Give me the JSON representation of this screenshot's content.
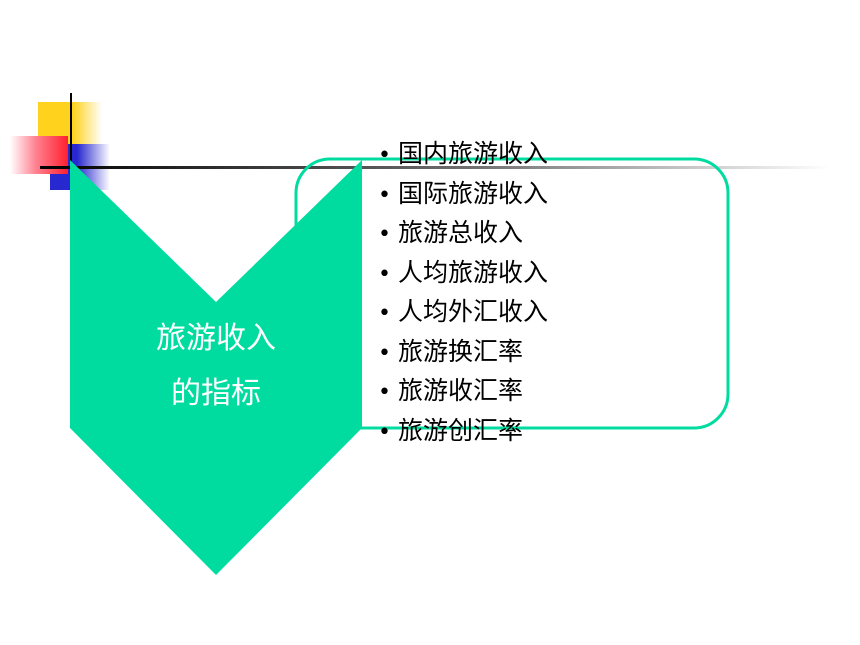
{
  "slide": {
    "shape_text": [
      "旅游收入",
      "的指标"
    ],
    "bullets": [
      "国内旅游收入",
      "国际旅游收入",
      "旅游总收入",
      "人均旅游收入",
      "人均外汇收入",
      "旅游换汇率",
      "旅游收汇率",
      "旅游创汇率"
    ],
    "bullet_marker": "•"
  },
  "colors": {
    "chevron_fill": "#00dca0",
    "box_stroke": "#00dca0",
    "deco_yellow": "#ffd21e",
    "deco_red": "#ff3040",
    "deco_blue": "#2828d0",
    "rule_line": "#000000"
  }
}
